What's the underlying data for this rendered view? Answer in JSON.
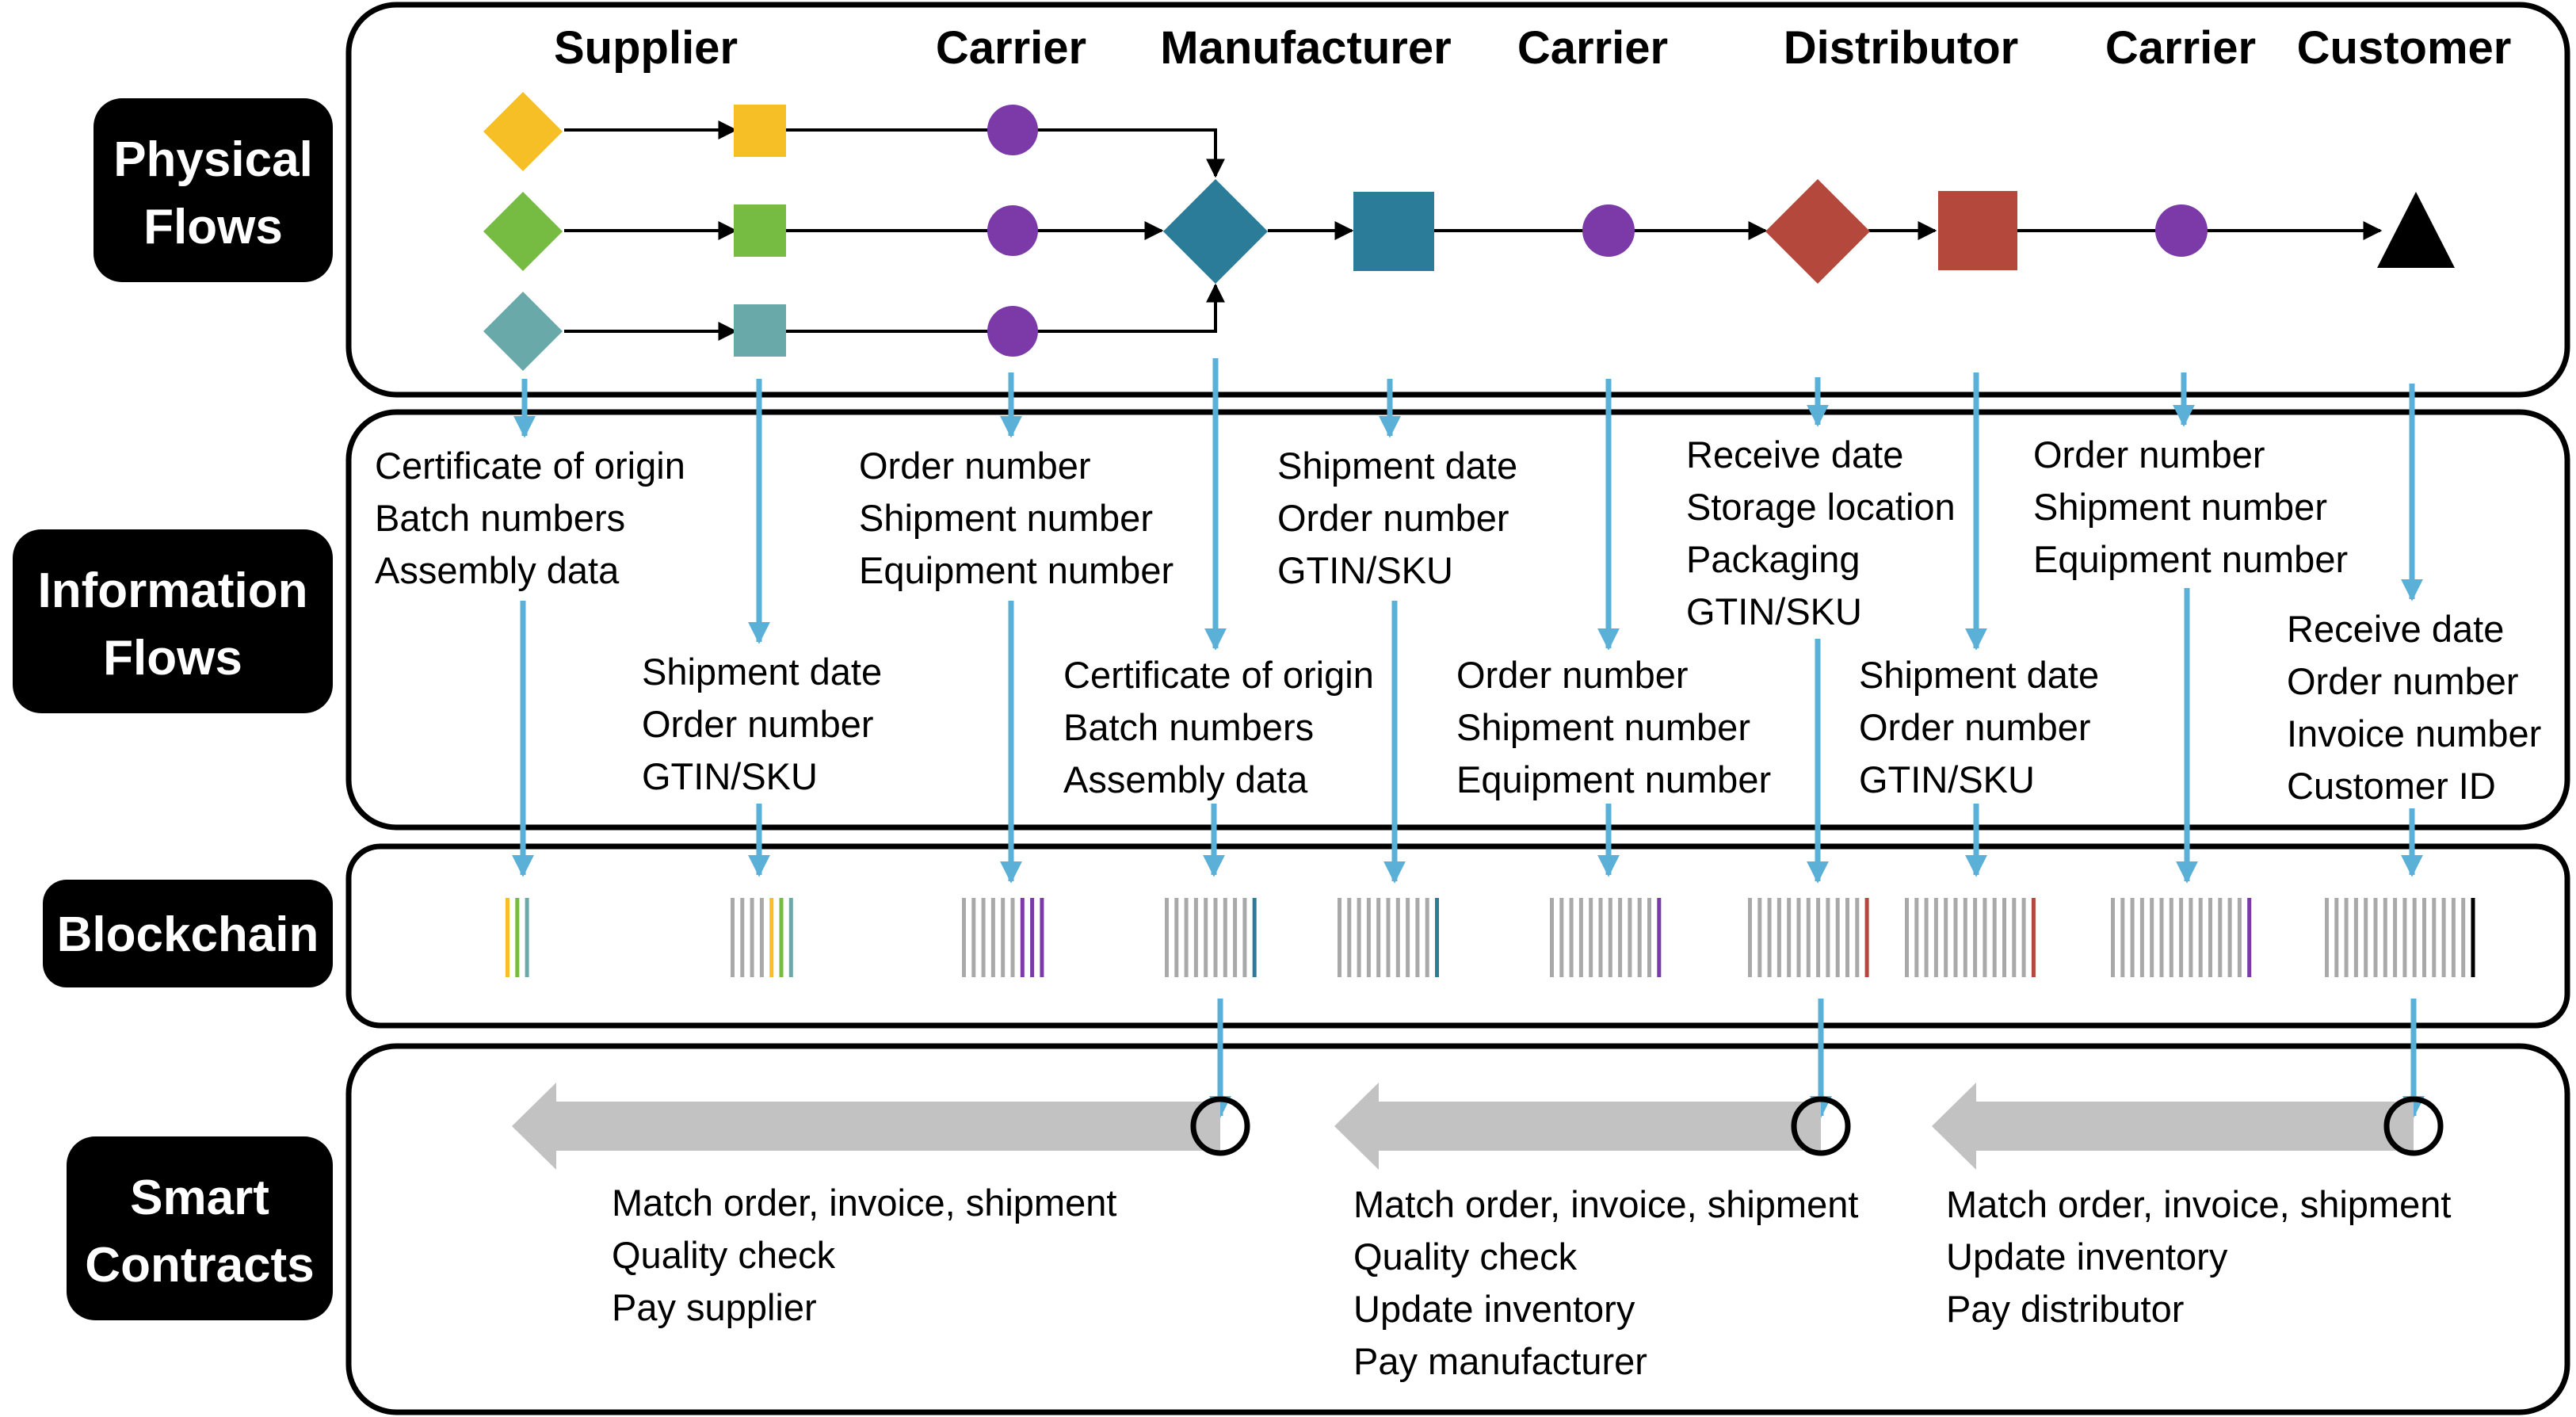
{
  "colors": {
    "yellow": "#F5BF25",
    "green": "#76BC43",
    "teal": "#6AA9A9",
    "blue": "#2B7C99",
    "purple": "#7B3AA8",
    "red": "#B5483C",
    "black": "#000000",
    "cyan_arrow": "#5BB0D8",
    "gray": "#A9A9A9",
    "gray_arrow": "#C2C2C2"
  },
  "row_labels": {
    "physical": [
      "Physical",
      "Flows"
    ],
    "information": [
      "Information",
      "Flows"
    ],
    "blockchain": [
      "Blockchain"
    ],
    "smart_contracts": [
      "Smart",
      "Contracts"
    ]
  },
  "stages": [
    "Supplier",
    "Carrier",
    "Manufacturer",
    "Carrier",
    "Distributor",
    "Carrier",
    "Customer"
  ],
  "physical_flow": {
    "supplier_inputs": [
      {
        "color": "yellow",
        "shape": "diamond-icon"
      },
      {
        "color": "green",
        "shape": "diamond-icon"
      },
      {
        "color": "teal",
        "shape": "diamond-icon"
      }
    ],
    "main_nodes": [
      {
        "color": "blue",
        "shape": "diamond-icon",
        "role": "Manufacturer"
      },
      {
        "color": "blue",
        "shape": "square-icon",
        "role": "Manufacturer"
      },
      {
        "color": "purple",
        "shape": "circle-icon",
        "role": "Carrier"
      },
      {
        "color": "red",
        "shape": "diamond-icon",
        "role": "Distributor"
      },
      {
        "color": "red",
        "shape": "square-icon",
        "role": "Distributor"
      },
      {
        "color": "purple",
        "shape": "circle-icon",
        "role": "Carrier"
      },
      {
        "color": "black",
        "shape": "triangle-icon",
        "role": "Customer"
      }
    ]
  },
  "information_groups": [
    [
      "Certificate of origin",
      "Batch numbers",
      "Assembly data"
    ],
    [
      "Shipment date",
      "Order number",
      "GTIN/SKU"
    ],
    [
      "Order number",
      "Shipment number",
      "Equipment number"
    ],
    [
      "Certificate of origin",
      "Batch numbers",
      "Assembly data"
    ],
    [
      "Shipment date",
      "Order number",
      "GTIN/SKU"
    ],
    [
      "Order number",
      "Shipment number",
      "Equipment number"
    ],
    [
      "Receive date",
      "Storage location",
      "Packaging",
      "GTIN/SKU"
    ],
    [
      "Shipment date",
      "Order number",
      "GTIN/SKU"
    ],
    [
      "Order number",
      "Shipment number",
      "Equipment number"
    ],
    [
      "Receive date",
      "Order number",
      "Invoice number",
      "Customer ID"
    ]
  ],
  "blockchain_blocks": [
    {
      "gray": 0,
      "colors": [
        "yellow",
        "green",
        "teal"
      ]
    },
    {
      "gray": 4,
      "colors": [
        "yellow",
        "green",
        "teal"
      ]
    },
    {
      "gray": 6,
      "colors": [
        "purple",
        "purple",
        "purple"
      ]
    },
    {
      "gray": 9,
      "colors": [
        "blue"
      ]
    },
    {
      "gray": 10,
      "colors": [
        "blue"
      ]
    },
    {
      "gray": 11,
      "colors": [
        "purple"
      ]
    },
    {
      "gray": 12,
      "colors": [
        "red"
      ]
    },
    {
      "gray": 13,
      "colors": [
        "red"
      ]
    },
    {
      "gray": 14,
      "colors": [
        "purple"
      ]
    },
    {
      "gray": 15,
      "colors": [
        "black"
      ]
    }
  ],
  "smart_contracts": [
    [
      "Match order, invoice, shipment",
      "Quality check",
      "Pay supplier"
    ],
    [
      "Match order, invoice, shipment",
      "Quality check",
      "Update inventory",
      "Pay manufacturer"
    ],
    [
      "Match order, invoice, shipment",
      "Update inventory",
      "Pay distributor"
    ]
  ]
}
